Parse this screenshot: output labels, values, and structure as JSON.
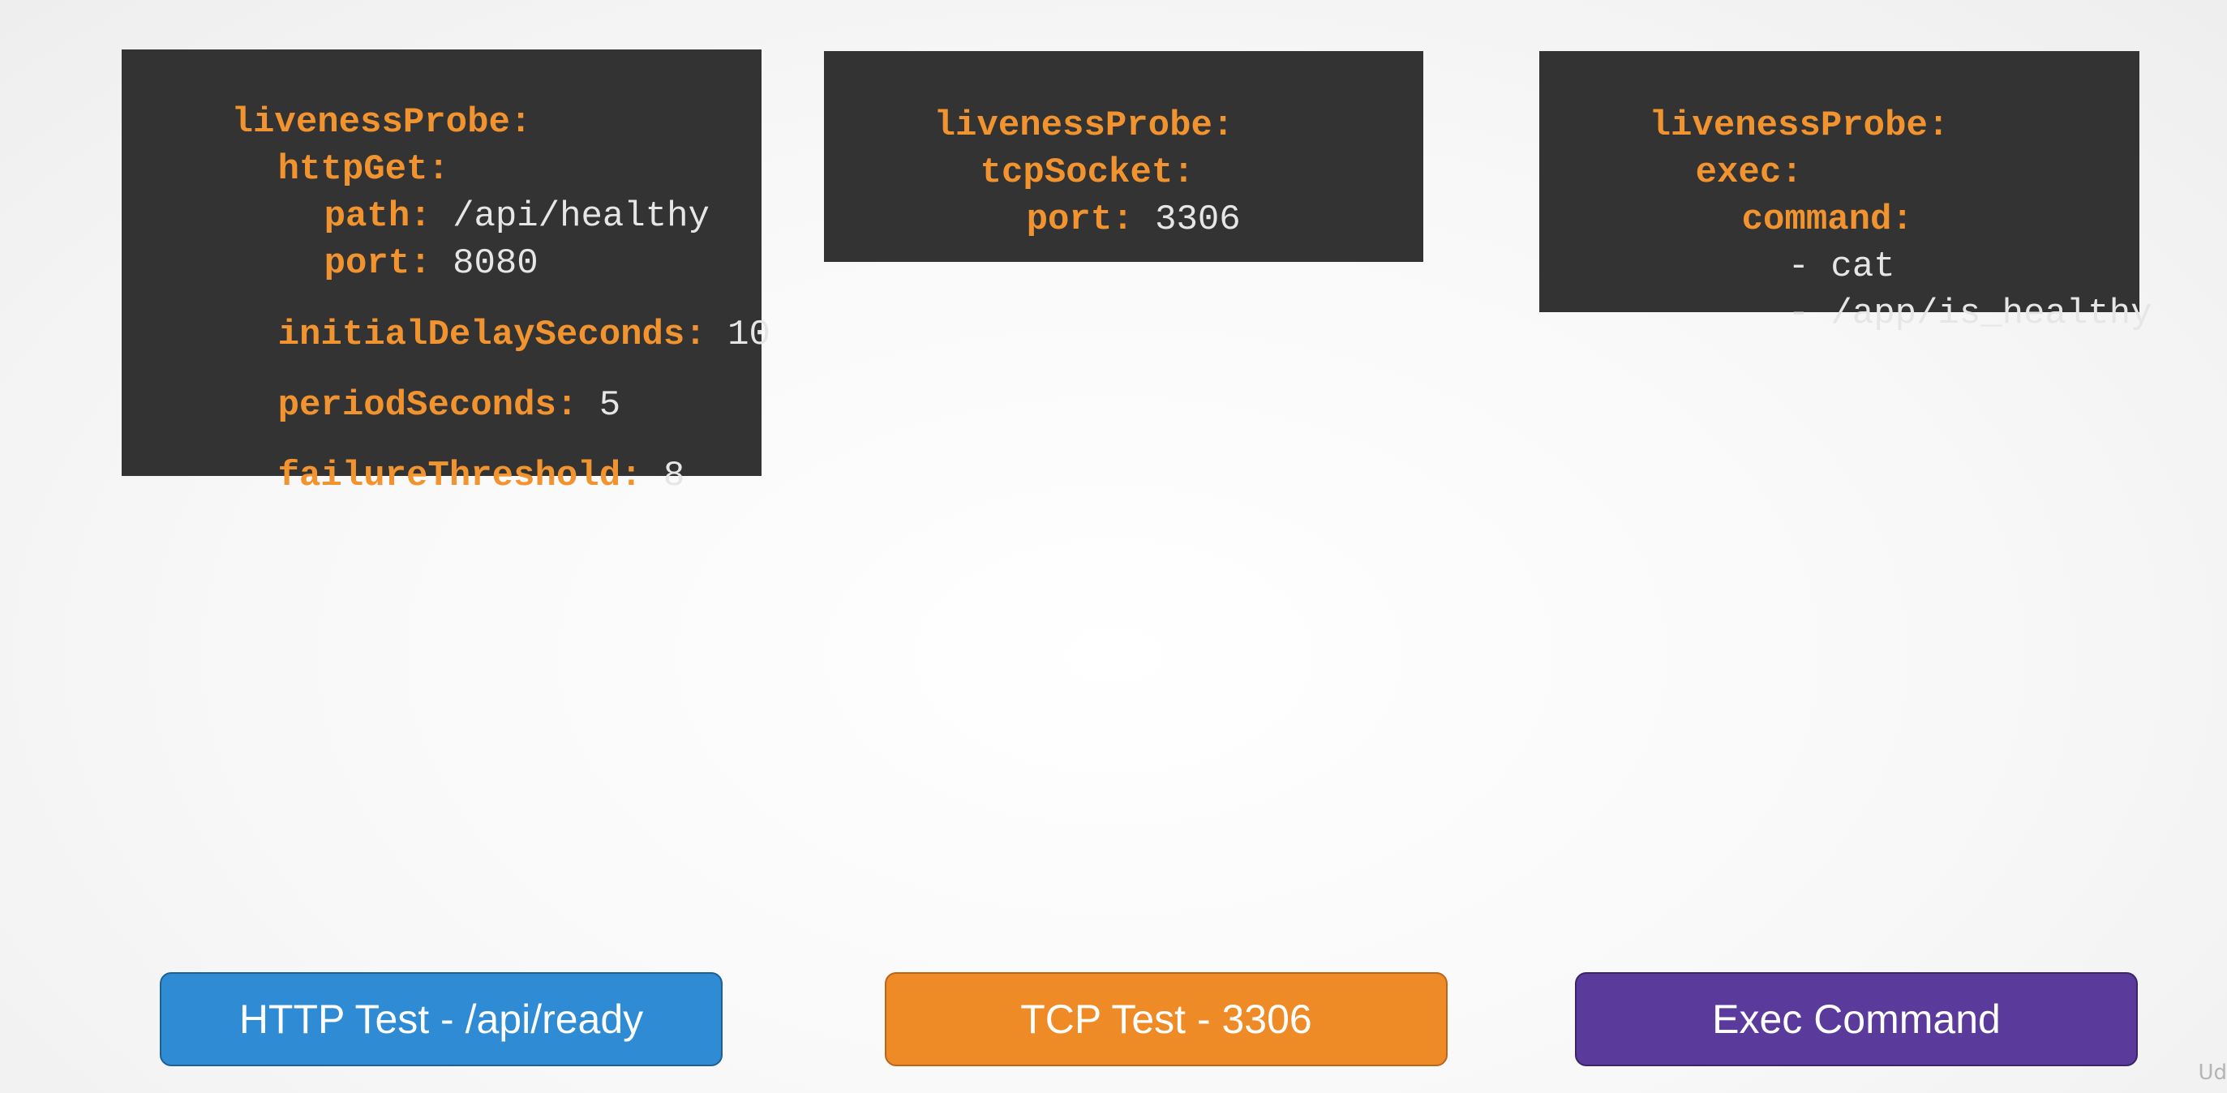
{
  "colors": {
    "code_bg": "#333333",
    "key_orange": "#f1932e",
    "value_text": "#e6e6e6",
    "http_blue": "#2f8bd3",
    "tcp_orange": "#ef8b26",
    "exec_purple": "#5a3a9a"
  },
  "http_block": {
    "probe_key": "livenessProbe:",
    "method_key": "httpGet:",
    "path_key": "path:",
    "path_value": "/api/healthy",
    "port_key": "port:",
    "port_value": "8080",
    "delay_key": "initialDelaySeconds:",
    "delay_value": "10",
    "period_key": "periodSeconds:",
    "period_value": "5",
    "failure_key": "failureThreshold:",
    "failure_value": "8"
  },
  "tcp_block": {
    "probe_key": "livenessProbe:",
    "method_key": "tcpSocket:",
    "port_key": "port:",
    "port_value": "3306"
  },
  "exec_block": {
    "probe_key": "livenessProbe:",
    "method_key": "exec:",
    "command_key": "command:",
    "items": [
      "- cat",
      "- /app/is_healthy"
    ]
  },
  "buttons": {
    "http_label": "HTTP Test - /api/ready",
    "tcp_label": "TCP Test - 3306",
    "exec_label": "Exec Command"
  },
  "watermark": {
    "logo_text": "Ud"
  }
}
